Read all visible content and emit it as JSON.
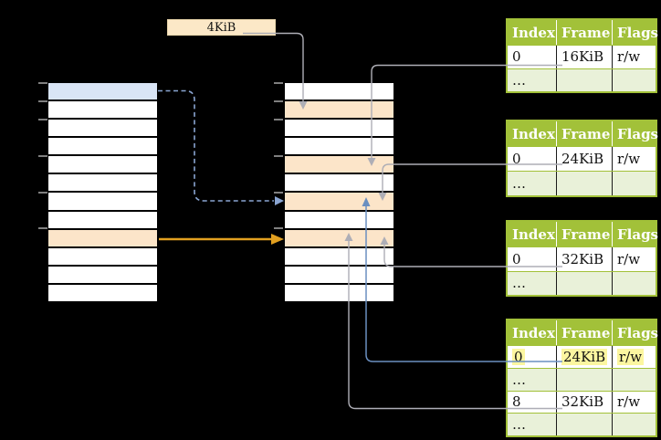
{
  "diagram_type": "multilevel-page-table",
  "page_size_label": "4KiB",
  "memory_columns": {
    "left": {
      "rows": 12,
      "blue_rows": [
        0
      ],
      "orange_rows": [
        8
      ],
      "tick_boundaries": [
        0,
        1,
        2,
        4,
        6,
        8
      ]
    },
    "middle": {
      "rows": 12,
      "blue_rows": [],
      "orange_rows": [
        1,
        4,
        6,
        8
      ],
      "tick_boundaries": [
        0,
        1,
        2,
        4,
        6,
        8
      ]
    }
  },
  "tables": [
    {
      "columns": [
        "Index",
        "Frame",
        "Flags"
      ],
      "rows": [
        [
          "0",
          "16KiB",
          "r/w"
        ],
        [
          "…",
          "",
          ""
        ]
      ]
    },
    {
      "columns": [
        "Index",
        "Frame",
        "Flags"
      ],
      "rows": [
        [
          "0",
          "24KiB",
          "r/w"
        ],
        [
          "…",
          "",
          ""
        ]
      ]
    },
    {
      "columns": [
        "Index",
        "Frame",
        "Flags"
      ],
      "rows": [
        [
          "0",
          "32KiB",
          "r/w"
        ],
        [
          "…",
          "",
          ""
        ]
      ]
    },
    {
      "columns": [
        "Index",
        "Frame",
        "Flags"
      ],
      "rows": [
        [
          "0",
          "24KiB",
          "r/w"
        ],
        [
          "…",
          "",
          ""
        ],
        [
          "8",
          "32KiB",
          "r/w"
        ],
        [
          "…",
          "",
          ""
        ]
      ],
      "highlighted_row": 0
    }
  ],
  "arrows": [
    {
      "from": "size-label-4kib",
      "to": "middle-column-row-2",
      "style": "solid",
      "color_key": "line_gray"
    },
    {
      "from": "left-column-row-1",
      "to": "middle-column-row-7",
      "style": "dashed",
      "color_key": "line_blue_dashed"
    },
    {
      "from": "left-column-row-9",
      "to": "middle-column-row-9",
      "style": "solid",
      "color_key": "line_orange"
    },
    {
      "from": "table-1-frame-16KiB",
      "to": "middle-column-row-5",
      "style": "solid",
      "color_key": "line_gray"
    },
    {
      "from": "table-2-frame-24KiB",
      "to": "middle-column-row-7",
      "style": "solid",
      "color_key": "line_gray"
    },
    {
      "from": "table-3-frame-32KiB",
      "to": "middle-column-row-9",
      "style": "solid",
      "color_key": "line_gray"
    },
    {
      "from": "table-4-frame-24KiB",
      "to": "middle-column-row-7",
      "style": "solid",
      "color_key": "line_blue"
    },
    {
      "from": "table-4-frame-32KiB",
      "to": "middle-column-row-9",
      "style": "solid",
      "color_key": "line_gray"
    }
  ],
  "colors": {
    "green_header": "#a2c139",
    "green_row": "#e9f1d9",
    "row_orange": "#fce5c9",
    "row_blue": "#d9e5f6",
    "label_tan": "#fce8c7",
    "highlight_yellow": "#fcf6a0",
    "line_gray": "#aeaeb6",
    "line_blue": "#6a8fc0",
    "line_blue_dashed": "#8aa5d2",
    "line_orange": "#e2a020",
    "tick_gray": "#7f7f7f"
  }
}
